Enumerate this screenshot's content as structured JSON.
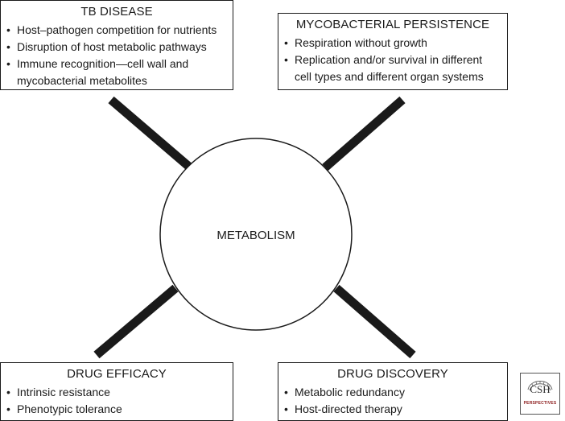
{
  "center": {
    "label": "METABOLISM"
  },
  "boxes": {
    "tb_disease": {
      "title": "TB DISEASE",
      "items": [
        "Host–pathogen competition for nutrients",
        "Disruption of host metabolic pathways",
        "Immune recognition—cell wall and mycobacterial metabolites"
      ]
    },
    "persistence": {
      "title": "MYCOBACTERIAL PERSISTENCE",
      "items": [
        "Respiration without growth",
        "Replication and/or survival in different cell types and different organ systems"
      ]
    },
    "efficacy": {
      "title": "DRUG EFFICACY",
      "items": [
        "Intrinsic resistance",
        "Phenotypic tolerance"
      ]
    },
    "discovery": {
      "title": "DRUG DISCOVERY",
      "items": [
        "Metabolic redundancy",
        "Host-directed therapy"
      ]
    }
  },
  "logo": {
    "letters": "CSH",
    "subtitle": "PERSPECTIVES"
  },
  "colors": {
    "ink": "#1a1a1a",
    "logo_accent": "#8b1a1a"
  }
}
